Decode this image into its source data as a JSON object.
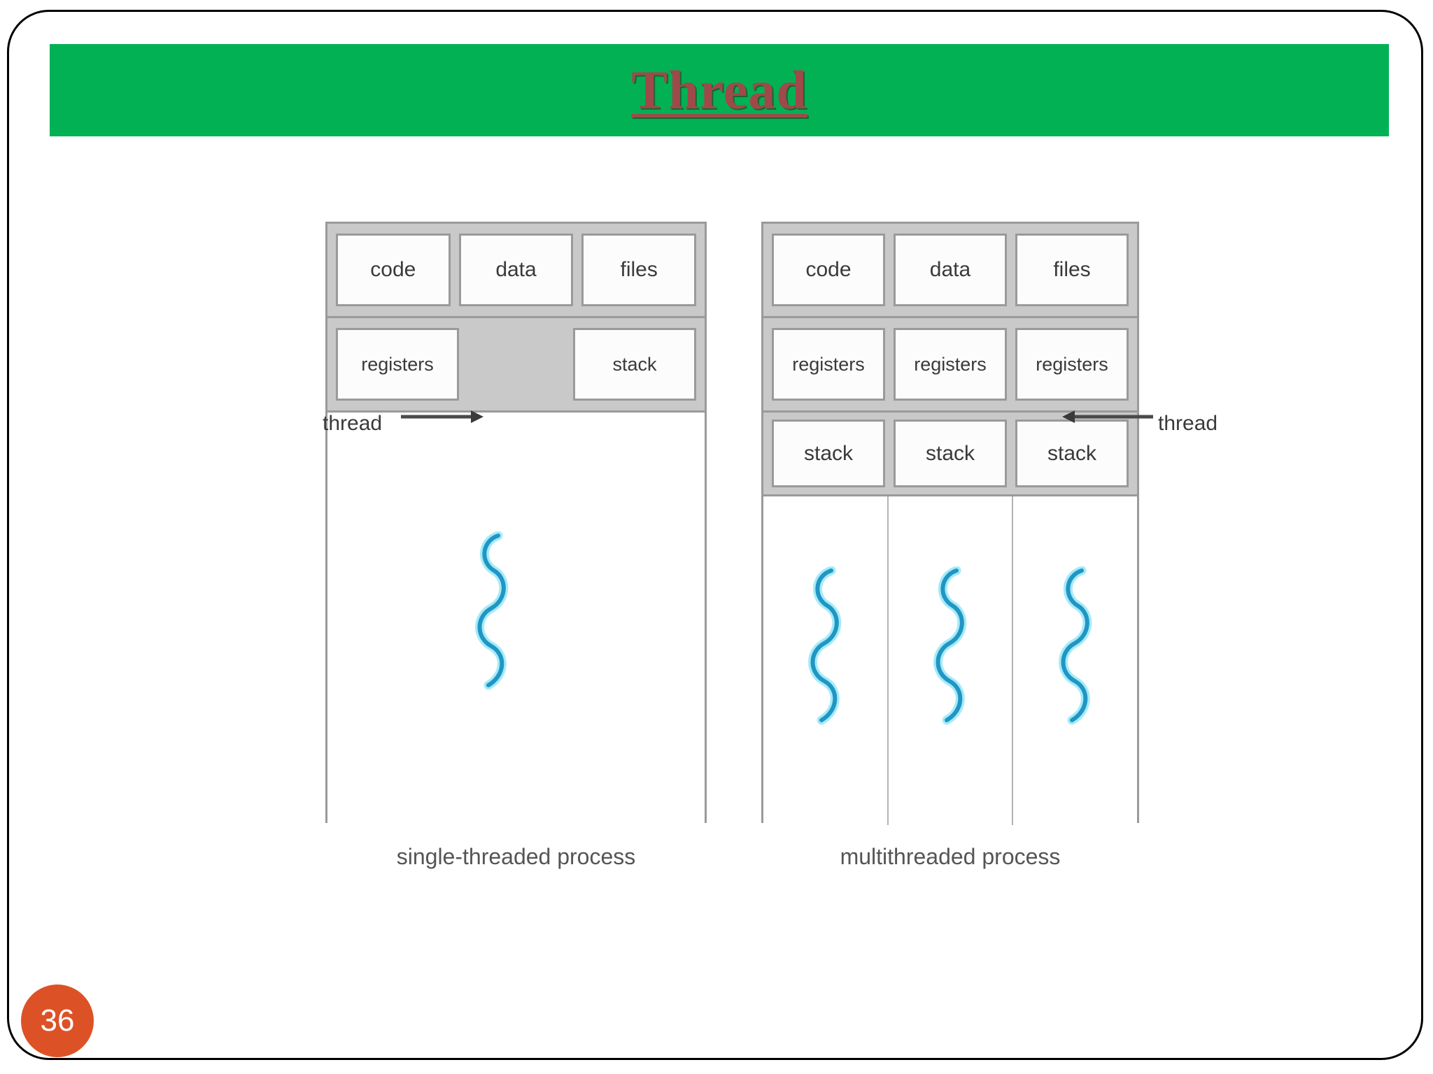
{
  "slide": {
    "title": "Thread",
    "page_number": "36",
    "colors": {
      "banner_green": "#02B154",
      "title_maroon": "#9E4A4A",
      "badge_orange": "#DC5226",
      "thread_blue": "#2196C4",
      "thread_glow": "#7FE3F5",
      "box_gray_border": "#9A9A9A",
      "box_gray_fill": "#C9C9C9"
    }
  },
  "figure": {
    "single_process": {
      "caption": "single-threaded process",
      "top_row": [
        "code",
        "data",
        "files"
      ],
      "second_row": [
        "registers",
        "stack"
      ],
      "thread_label": "thread",
      "thread_count": 1
    },
    "multi_process": {
      "caption": "multithreaded process",
      "top_row": [
        "code",
        "data",
        "files"
      ],
      "registers_row": [
        "registers",
        "registers",
        "registers"
      ],
      "stack_row": [
        "stack",
        "stack",
        "stack"
      ],
      "thread_label": "thread",
      "thread_count": 3
    }
  }
}
